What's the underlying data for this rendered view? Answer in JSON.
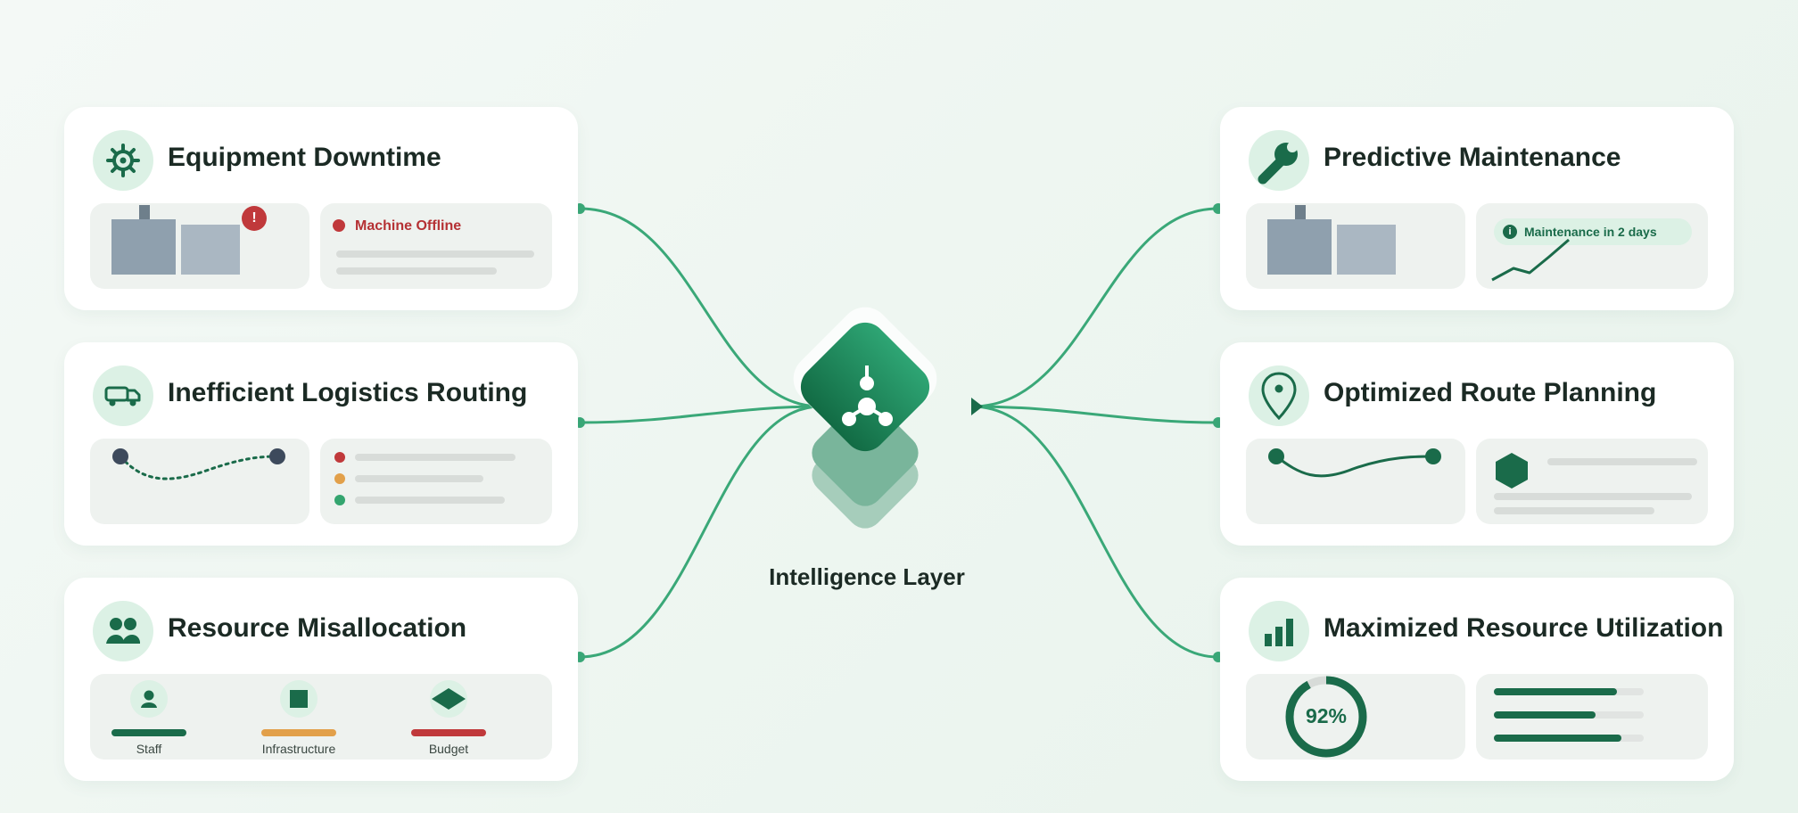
{
  "center": {
    "label": "Intelligence Layer"
  },
  "problems": [
    {
      "title": "Equipment Downtime",
      "icon": "gear-icon",
      "alert": "!",
      "status": "Machine Offline"
    },
    {
      "title": "Inefficient Logistics Routing",
      "icon": "truck-icon"
    },
    {
      "title": "Resource Misallocation",
      "icon": "people-icon",
      "resources": [
        {
          "label": "Staff",
          "color": "#1a6b4a",
          "icon": "person-icon"
        },
        {
          "label": "Infrastructure",
          "color": "#e2a04a",
          "icon": "square-icon"
        },
        {
          "label": "Budget",
          "color": "#c0393b",
          "icon": "diamond-icon"
        }
      ]
    }
  ],
  "solutions": [
    {
      "title": "Predictive Maintenance",
      "icon": "wrench-icon",
      "info_icon": "i",
      "badge": "Maintenance in 2 days"
    },
    {
      "title": "Optimized Route Planning",
      "icon": "location-pin-icon"
    },
    {
      "title": "Maximized Resource Utilization",
      "icon": "bar-chart-icon",
      "utilization": "92%",
      "utilization_value": 0.92,
      "bars": [
        0.82,
        0.68,
        0.85
      ]
    }
  ],
  "colors": {
    "accent": "#1a6b4a",
    "link": "#3aa878",
    "alert": "#c0393b",
    "warning": "#e2a04a",
    "success": "#34a56f"
  }
}
